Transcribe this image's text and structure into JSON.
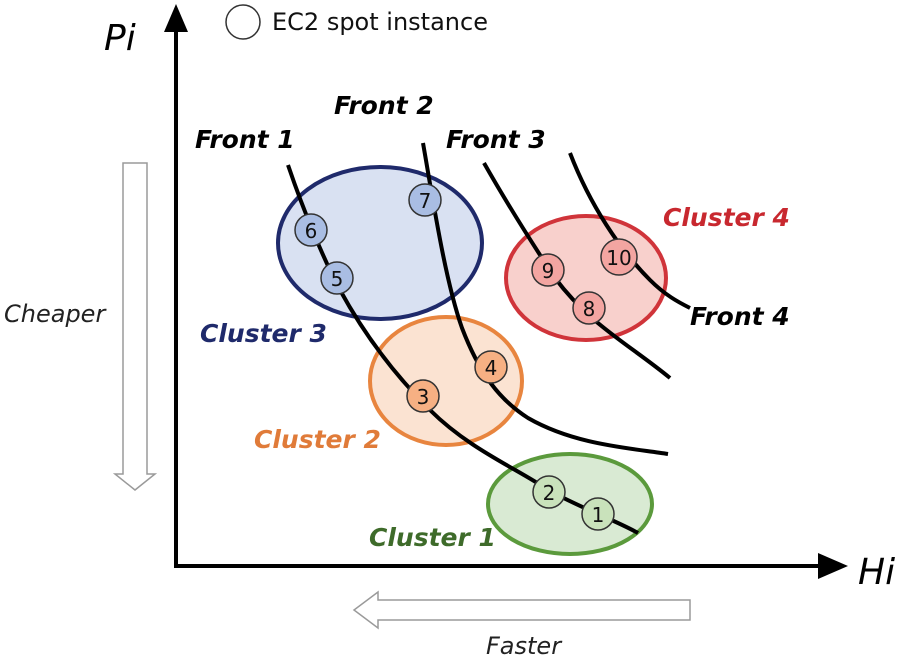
{
  "legend": {
    "label": "EC2 spot instance"
  },
  "axes": {
    "y_label": "Pi",
    "x_label": "Hi",
    "y_direction_label": "Cheaper",
    "x_direction_label": "Faster"
  },
  "fronts": [
    {
      "label": "Front 1"
    },
    {
      "label": "Front 2"
    },
    {
      "label": "Front 3"
    },
    {
      "label": "Front 4"
    }
  ],
  "clusters": [
    {
      "label": "Cluster 1",
      "fill": "#d9ead3",
      "stroke": "#5b9a3c",
      "label_color": "#3e6b2a"
    },
    {
      "label": "Cluster 2",
      "fill": "#fbe3d2",
      "stroke": "#e8853f",
      "label_color": "#e07b39"
    },
    {
      "label": "Cluster 3",
      "fill": "#d9e1f2",
      "stroke": "#1f2a6b",
      "label_color": "#1f2a6b"
    },
    {
      "label": "Cluster 4",
      "fill": "#f8d0cc",
      "stroke": "#d0343a",
      "label_color": "#c8282f"
    }
  ],
  "instances": [
    {
      "label": "1",
      "fill": "#c9e2bb"
    },
    {
      "label": "2",
      "fill": "#c9e2bb"
    },
    {
      "label": "3",
      "fill": "#f6b083"
    },
    {
      "label": "4",
      "fill": "#f6b083"
    },
    {
      "label": "5",
      "fill": "#a9bde3"
    },
    {
      "label": "6",
      "fill": "#a9bde3"
    },
    {
      "label": "7",
      "fill": "#a9bde3"
    },
    {
      "label": "8",
      "fill": "#f3a5a1"
    },
    {
      "label": "9",
      "fill": "#f3a5a1"
    },
    {
      "label": "10",
      "fill": "#f3a5a1"
    }
  ]
}
